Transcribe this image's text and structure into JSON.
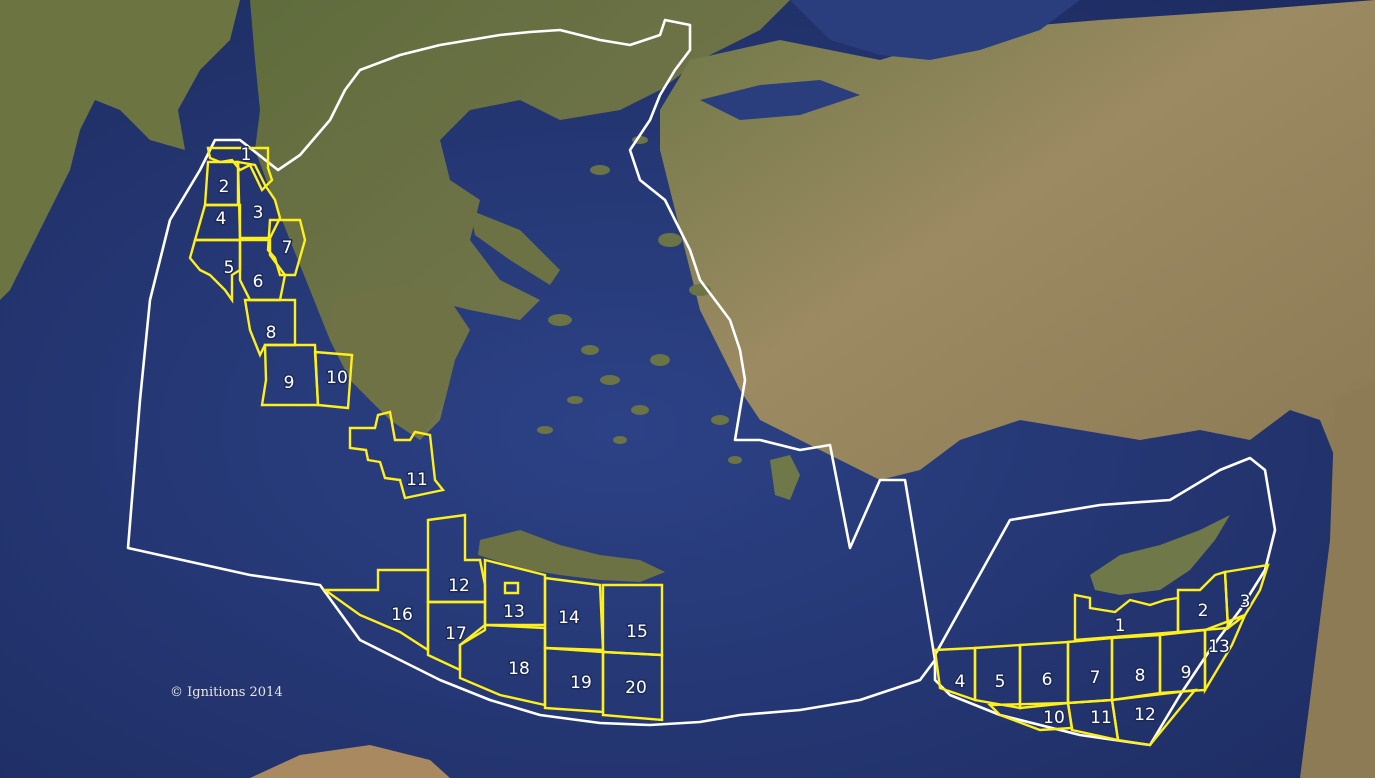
{
  "map": {
    "credit": "© Ignitions 2014",
    "colors": {
      "sea": "#2a3d7c",
      "sea_deep": "#1f2f66",
      "land_green": "#6f7a45",
      "land_tan": "#a38a62",
      "land_dark": "#4f5b35",
      "boundary": "#ffffff",
      "block_outline": "#ffef1a",
      "label_text": "#ffffff"
    },
    "west_blocks": [
      "1",
      "2",
      "3",
      "4",
      "5",
      "6",
      "7",
      "8",
      "9",
      "10",
      "11"
    ],
    "south_crete_blocks": [
      "12",
      "13",
      "14",
      "15",
      "16",
      "17",
      "18",
      "19",
      "20"
    ],
    "cyprus_blocks": [
      "1",
      "2",
      "3",
      "4",
      "5",
      "6",
      "7",
      "8",
      "9",
      "10",
      "11",
      "12",
      "13"
    ]
  }
}
